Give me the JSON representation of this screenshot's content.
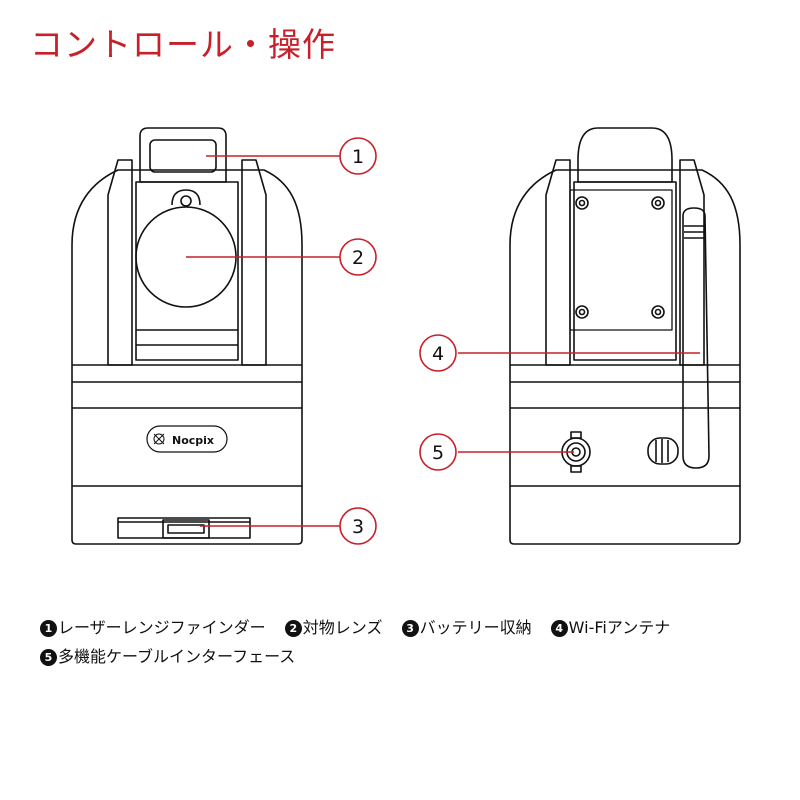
{
  "title": "コントロール・操作",
  "brand_logo": "Nocpix",
  "colors": {
    "title": "#c8202a",
    "leader": "#c8202a",
    "line": "#111111"
  },
  "callouts": [
    "1",
    "2",
    "3",
    "4",
    "5"
  ],
  "legend": [
    {
      "num": "1",
      "label": "レーザーレンジファインダー"
    },
    {
      "num": "2",
      "label": "対物レンズ"
    },
    {
      "num": "3",
      "label": "バッテリー収納"
    },
    {
      "num": "4",
      "label": "Wi-Fiアンテナ"
    },
    {
      "num": "5",
      "label": "多機能ケーブルインターフェース"
    }
  ]
}
